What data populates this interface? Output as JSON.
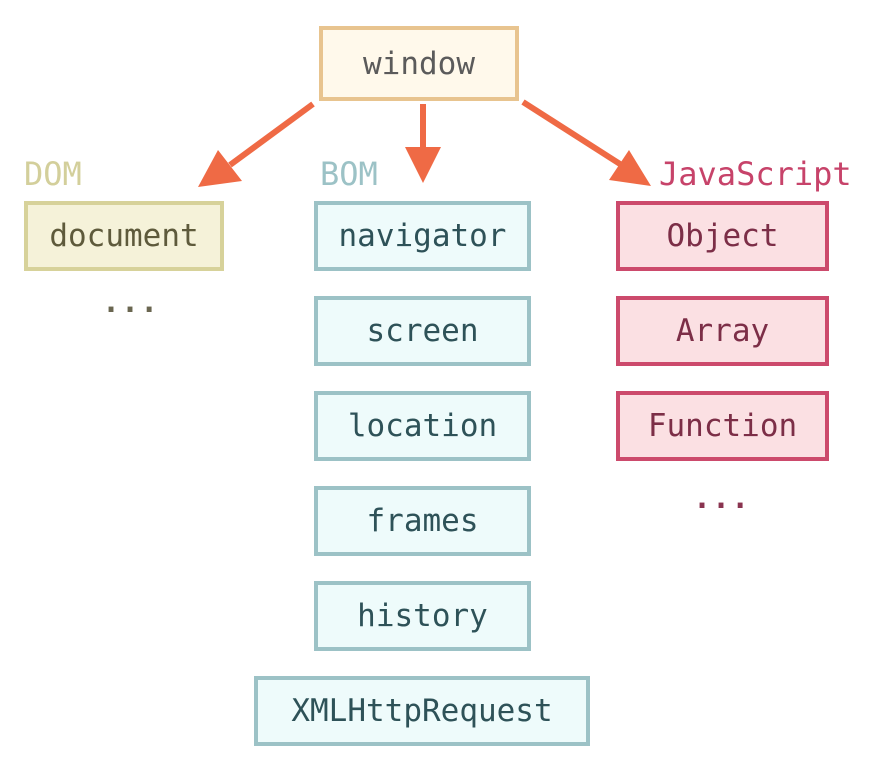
{
  "root": {
    "label": "window"
  },
  "groups": {
    "dom": {
      "label": "DOM",
      "items": [
        "document"
      ],
      "more": "..."
    },
    "bom": {
      "label": "BOM",
      "items": [
        "navigator",
        "screen",
        "location",
        "frames",
        "history",
        "XMLHttpRequest"
      ]
    },
    "js": {
      "label": "JavaScript",
      "items": [
        "Object",
        "Array",
        "Function"
      ],
      "more": "..."
    }
  },
  "colors": {
    "arrow": "#ef6a45",
    "dom_label": "#d3cf9b",
    "bom_label": "#9cc2c6",
    "js_label": "#c7436a",
    "dom_ellipsis": "#6a6650",
    "js_ellipsis": "#8a3450"
  }
}
